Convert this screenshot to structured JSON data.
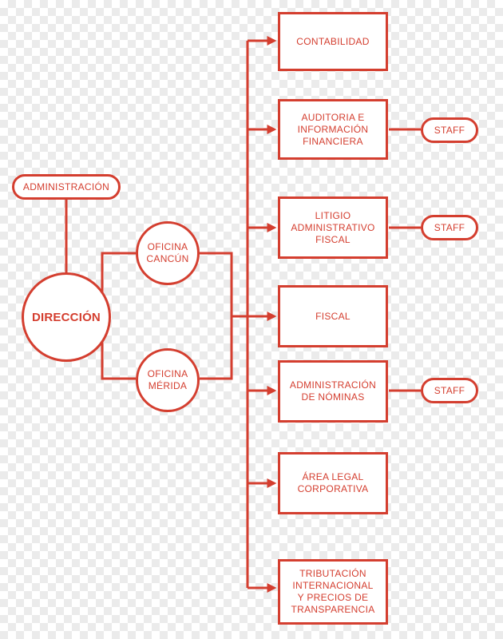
{
  "org_chart": {
    "administracion": "ADMINISTRACIÓN",
    "direccion": "DIRECCIÓN",
    "offices": [
      "OFICINA\nCANCÚN",
      "OFICINA\nMÉRIDA"
    ],
    "departments": [
      "CONTABILIDAD",
      "AUDITORIA E\nINFORMACIÓN\nFINANCIERA",
      "LITIGIO\nADMINISTRATIVO\nFISCAL",
      "FISCAL",
      "ADMINISTRACIÓN\nDE NÓMINAS",
      "ÁREA LEGAL\nCORPORATIVA",
      "TRIBUTACIÓN\nINTERNACIONAL\nY PRECIOS DE\nTRANSPARENCIA"
    ],
    "staff": [
      "STAFF",
      "STAFF",
      "STAFF"
    ]
  },
  "colors": {
    "accent": "#d43e2f",
    "box_fill": "#ffffff",
    "background_checker": "#ebebeb"
  }
}
